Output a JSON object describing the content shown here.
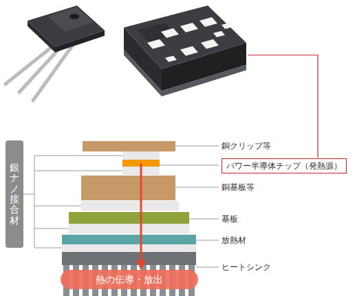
{
  "diagram": {
    "nodes": [
      {
        "text": [
          "パワー半導体チップ（発熱源）"
        ]
      },
      {
        "text": [
          "銀ナノ接合材"
        ]
      },
      {
        "text": [
          "熱の伝導・放出"
        ]
      }
    ],
    "labels": [
      "銅クリップ等",
      "銅基板等",
      "基板",
      "放熱材",
      "ヒートシンク"
    ]
  }
}
